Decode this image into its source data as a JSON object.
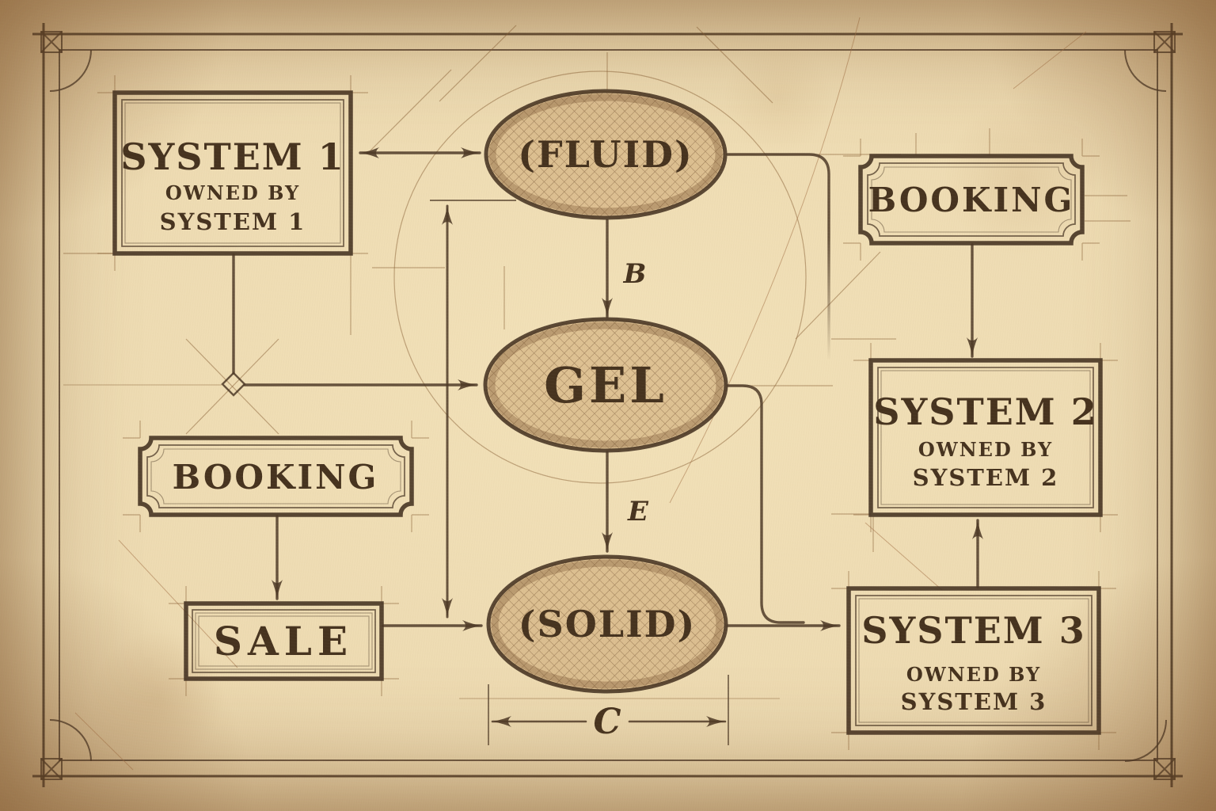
{
  "nodes": {
    "system1": {
      "title": "SYSTEM 1",
      "owned_by": "OWNED BY",
      "owner": "SYSTEM 1"
    },
    "fluid": {
      "label": "(FLUID)"
    },
    "gel": {
      "label": "GEL"
    },
    "solid": {
      "label": "(SOLID)"
    },
    "booking_right": {
      "label": "BOOKING"
    },
    "booking_left": {
      "label": "BOOKING"
    },
    "sale": {
      "label": "SALE"
    },
    "system2": {
      "title": "SYSTEM 2",
      "owned_by": "OWNED BY",
      "owner": "SYSTEM 2"
    },
    "system3": {
      "title": "SYSTEM 3",
      "owned_by": "OWNED BY",
      "owner": "SYSTEM 3"
    }
  },
  "edge_labels": {
    "fluid_to_gel": "B",
    "gel_to_solid": "E",
    "solid_width_dimension": "C"
  },
  "colors": {
    "paper": "#e8d3a7",
    "ink": "#4a3726",
    "construction": "#8a6238"
  }
}
